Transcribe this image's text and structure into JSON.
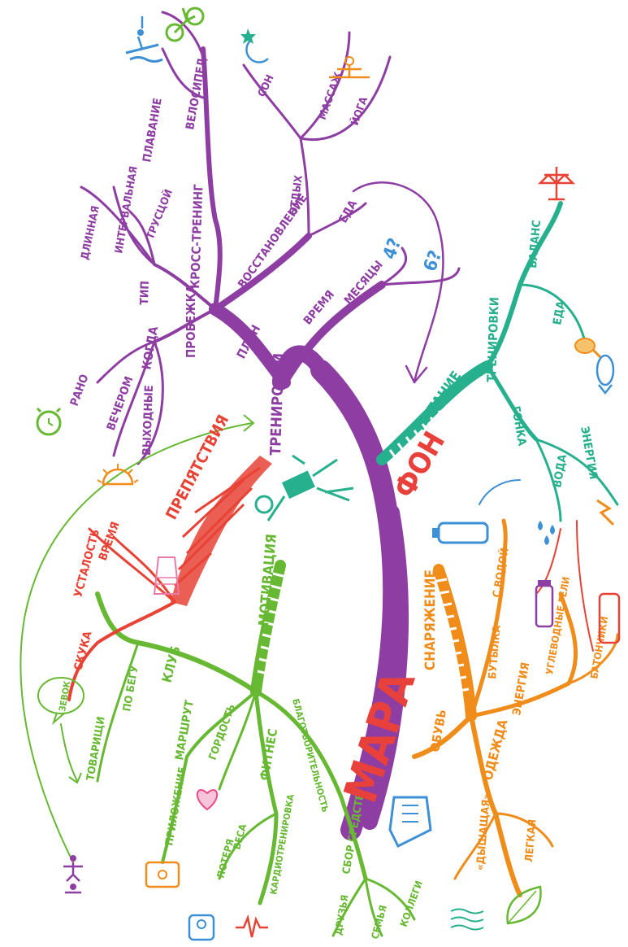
{
  "center": {
    "text": "МАРАФОН",
    "part1": "МАРА",
    "part2": "ФОН"
  },
  "colors": {
    "center": "#e8403a",
    "training": "#8e3ea2",
    "nutrition": "#27b08d",
    "equipment": "#f08c1a",
    "motivation": "#67b832",
    "obstacles": "#e84235",
    "blue": "#3d8fd6"
  },
  "branches": {
    "training": {
      "title": "ТРЕНИРОВКИ",
      "plan": "ПЛАН",
      "run": "ПРОБЕЖКА",
      "when": "КОГДА",
      "early": "РАНО",
      "evening": "ВЕЧЕРОМ",
      "weekends": "ВЫХОДНЫЕ",
      "type": "ТИП",
      "long": "ДЛИННАЯ",
      "interval": "ИНТЕРВАЛЬНАЯ",
      "trot": "ТРУСЦОЙ",
      "cross": "КРОСС-ТРЕНИНГ",
      "swim": "ПЛАВАНИЕ",
      "bike": "ВЕЛОСИПЕД",
      "recovery": "ВОССТАНОВЛЕНИЕ",
      "food": "ЕДА",
      "rest": "ОТДЫХ",
      "sleep": "СОН",
      "massage": "МАССАЖ",
      "yoga": "ЙОГА",
      "time": "ВРЕМЯ",
      "months": "МЕСЯЦЫ",
      "q4": "4?",
      "q6": "6?"
    },
    "nutrition": {
      "title": "ПИТАНИЕ",
      "training": "ТРЕНИРОВКИ",
      "balance": "БАЛАНС",
      "food": "ЕДА",
      "race": "ГОНКА",
      "water": "ВОДА",
      "energy": "ЭНЕРГИЯ"
    },
    "equipment": {
      "title": "СНАРЯЖЕНИЕ",
      "bottle": "БУТЫЛКА",
      "with_water": "С ВОДОЙ",
      "energy": "ЭНЕРГИЯ",
      "gels": "УГЛЕВОДНЫЕ ГЕЛИ",
      "bars": "БАТОНЧИКИ",
      "shoes": "ОБУВЬ",
      "clothes": "ОДЕЖДА",
      "breathable": "«ДЫШАЩАЯ»",
      "light": "ЛЕГКАЯ"
    },
    "motivation": {
      "title": "МОТИВАЦИЯ",
      "club": "КЛУБ",
      "running_club": "ПО БЕГУ",
      "mates": "ТОВАРИЩИ",
      "route": "МАРШРУТ",
      "app": "ПРИЛОЖЕНИЕ",
      "pride": "ГОРДОСТЬ",
      "fitness": "ФИТНЕС",
      "weight_loss": "ПОТЕРЯ",
      "weight": "ВЕСА",
      "cardio": "КАРДИОТРЕНИРОВКА",
      "charity": "БЛАГОТВОРИТЕЛЬНОСТЬ",
      "fundraising": "СБОР СРЕДСТВ",
      "friends": "ДРУЗЬЯ",
      "family": "СЕМЬЯ",
      "colleagues": "КОЛЛЕГИ"
    },
    "obstacles": {
      "title": "ПРЕПЯТСТВИЯ",
      "time": "ВРЕМЯ",
      "fatigue": "УСТАЛОСТЬ",
      "boredom": "СКУКА",
      "yawn": "ЗЕВОК"
    }
  },
  "icons": [
    "runner-icon",
    "alarm-clock-icon",
    "sunset-icon",
    "swimmer-icon",
    "cyclist-icon",
    "moon-star-icon",
    "yoga-icon",
    "scales-icon",
    "chicken-leg-icon",
    "fish-icon",
    "water-drops-icon",
    "lightning-icon",
    "water-bottle-icon",
    "gel-tube-icon",
    "energy-bar-icon",
    "sneaker-icon",
    "waves-icon",
    "leaf-icon",
    "phone-app-icon",
    "heart-icon",
    "weighing-scale-icon",
    "cardio-pulse-icon",
    "people-icon",
    "bandaged-foot-icon"
  ]
}
